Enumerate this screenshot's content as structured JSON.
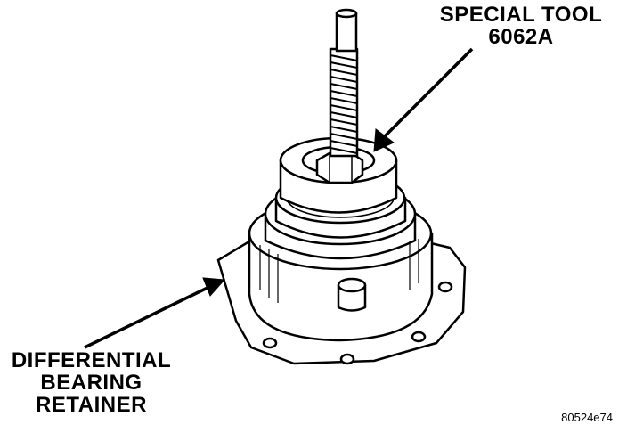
{
  "callouts": {
    "special_tool": {
      "line1": "SPECIAL TOOL",
      "line2": "6062A"
    },
    "bearing_retainer": {
      "line1": "DIFFERENTIAL",
      "line2": "BEARING",
      "line3": "RETAINER"
    }
  },
  "figure_id": "80524e74"
}
